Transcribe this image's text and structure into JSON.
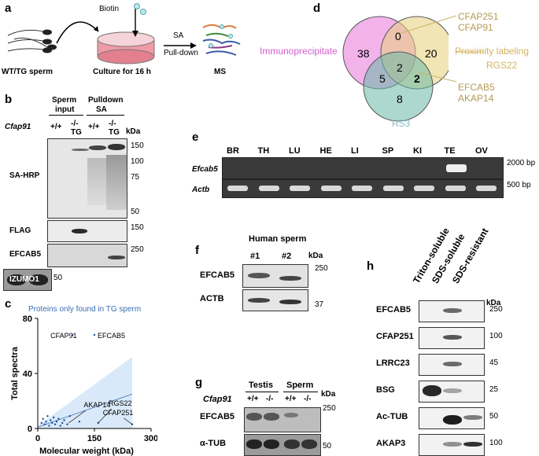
{
  "panels": {
    "a": {
      "label": "a",
      "biotin": "Biotin",
      "sperm": "WT/TG sperm",
      "culture": "Culture for 16 h",
      "sa": "SA",
      "pulldown": "Pull-down",
      "ms": "MS"
    },
    "b": {
      "label": "b",
      "col_sperm": "Sperm",
      "col_input": "input",
      "col_pulldown": "Pulldown",
      "col_sa": "SA",
      "gene": "Cfap91",
      "lanes": [
        "+/+",
        "-/-",
        "+/+",
        "-/-"
      ],
      "tg": [
        "TG",
        "TG"
      ],
      "kda": "kDa",
      "rows": [
        "SA-HRP",
        "FLAG",
        "EFCAB5",
        "IZUMO1"
      ],
      "markers_sahrp": [
        "150",
        "100",
        "75",
        "50"
      ],
      "marker_flag": "150",
      "marker_efcab5": "250",
      "marker_izumo1": "50"
    },
    "c": {
      "label": "c",
      "title": "Proteins only found in TG sperm",
      "ylabel": "Total spectra",
      "xlabel": "Molecular weight (kDa)",
      "annotations": [
        "CFAP91",
        "EFCAB5",
        "AKAP14",
        "RGS22",
        "CFAP251"
      ]
    },
    "d": {
      "label": "d",
      "sets": [
        "Immunoprecipitate",
        "Proximity labeling",
        "RS3"
      ],
      "counts": [
        "38",
        "0",
        "20",
        "2",
        "5",
        "2",
        "8"
      ],
      "callouts": [
        "CFAP251",
        "CFAP91",
        "RGS22",
        "EFCAB5",
        "AKAP14"
      ]
    },
    "e": {
      "label": "e",
      "tissues": [
        "BR",
        "TH",
        "LU",
        "HE",
        "LI",
        "SP",
        "KI",
        "TE",
        "OV"
      ],
      "rows": [
        "Efcab5",
        "Actb"
      ],
      "sizes": [
        "2000 bp",
        "500 bp"
      ]
    },
    "f": {
      "label": "f",
      "header": "Human sperm",
      "lanes": [
        "#1",
        "#2"
      ],
      "kda": "kDa",
      "rows": [
        "EFCAB5",
        "ACTB"
      ],
      "markers": [
        "250",
        "37"
      ]
    },
    "g": {
      "label": "g",
      "groups": [
        "Testis",
        "Sperm"
      ],
      "gene": "Cfap91",
      "lanes": [
        "+/+",
        "-/-",
        "+/+",
        "-/-"
      ],
      "kda": "kDa",
      "rows": [
        "EFCAB5",
        "α-TUB"
      ],
      "markers": [
        "250",
        "50"
      ]
    },
    "h": {
      "label": "h",
      "fractions": [
        "Triton-soluble",
        "SDS-soluble",
        "SDS-resistant"
      ],
      "kda": "kDa",
      "rows": [
        "EFCAB5",
        "CFAP251",
        "LRRC23",
        "BSG",
        "Ac-TUB",
        "AKAP3"
      ],
      "markers": [
        "250",
        "100",
        "45",
        "25",
        "50",
        "100"
      ]
    }
  },
  "chart_data": {
    "type": "scatter",
    "title": "Proteins only found in TG sperm",
    "xlabel": "Molecular weight (kDa)",
    "ylabel": "Total spectra",
    "xlim": [
      0,
      300
    ],
    "ylim": [
      0,
      80
    ],
    "xticks": [
      "0",
      "150",
      "300"
    ],
    "yticks": [
      "0",
      "40",
      "80"
    ],
    "points": [
      {
        "x": 10,
        "y": 4
      },
      {
        "x": 14,
        "y": 7
      },
      {
        "x": 18,
        "y": 3
      },
      {
        "x": 22,
        "y": 5
      },
      {
        "x": 26,
        "y": 9
      },
      {
        "x": 30,
        "y": 2
      },
      {
        "x": 34,
        "y": 6
      },
      {
        "x": 38,
        "y": 4
      },
      {
        "x": 42,
        "y": 8
      },
      {
        "x": 46,
        "y": 3
      },
      {
        "x": 50,
        "y": 5
      },
      {
        "x": 55,
        "y": 7
      },
      {
        "x": 60,
        "y": 2
      },
      {
        "x": 65,
        "y": 4
      },
      {
        "x": 70,
        "y": 6
      },
      {
        "x": 78,
        "y": 3
      },
      {
        "x": 85,
        "y": 9
      },
      {
        "x": 92,
        "y": 68
      },
      {
        "x": 150,
        "y": 68
      },
      {
        "x": 110,
        "y": 5
      },
      {
        "x": 160,
        "y": 4
      },
      {
        "x": 250,
        "y": 3
      }
    ],
    "labeled": [
      {
        "name": "CFAP91",
        "x": 92,
        "y": 68
      },
      {
        "name": "EFCAB5",
        "x": 150,
        "y": 68
      },
      {
        "name": "AKAP14",
        "x": 82,
        "y": 4
      },
      {
        "name": "RGS22",
        "x": 160,
        "y": 4
      },
      {
        "name": "CFAP251",
        "x": 250,
        "y": 3
      }
    ],
    "fit_band": {
      "x": [
        0,
        250
      ],
      "lower": [
        0,
        0
      ],
      "upper": [
        2,
        52
      ]
    },
    "fit_line": {
      "x": [
        0,
        250
      ],
      "y": [
        1,
        25
      ]
    },
    "grid": false
  }
}
